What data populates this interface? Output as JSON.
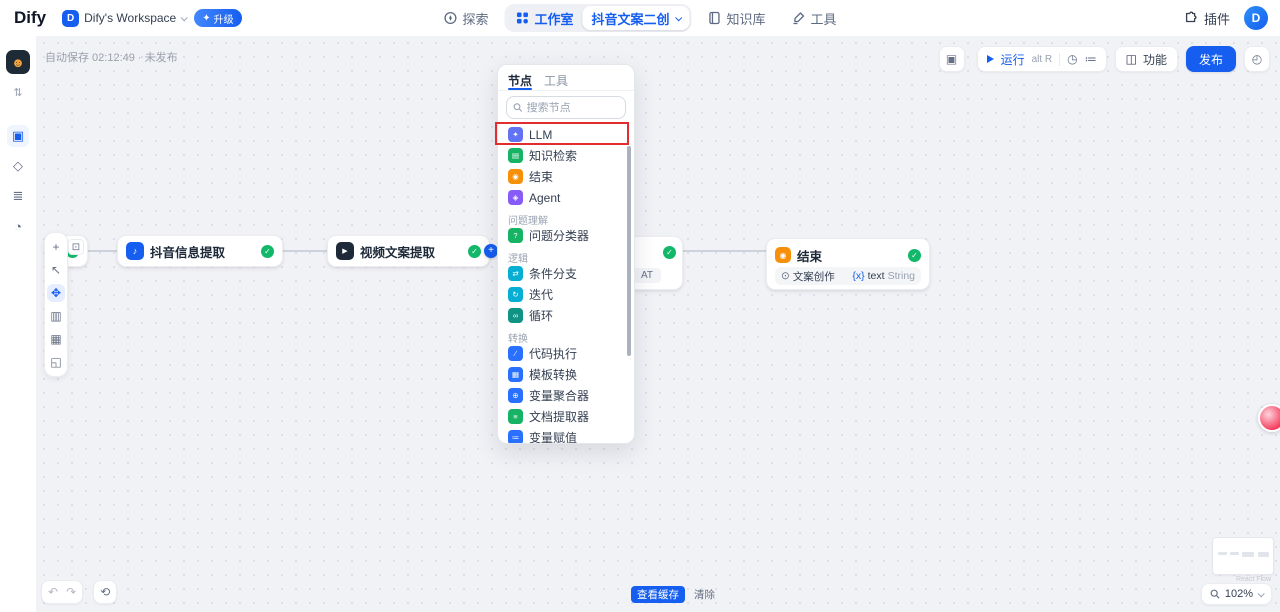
{
  "header": {
    "logo": "Dify",
    "workspace_badge": "D",
    "workspace_name": "Dify's Workspace",
    "upgrade_label": "升级",
    "nav_explore": "探索",
    "nav_studio": "工作室",
    "nav_app": "抖音文案二创",
    "nav_knowledge": "知识库",
    "nav_tools": "工具",
    "plugins_label": "插件",
    "avatar_initial": "D"
  },
  "colors": {
    "primary_blue": "#155EEF",
    "success_green": "#12B76A",
    "end_orange": "#F79009",
    "annotation_red": "#E12D2D"
  },
  "canvas": {
    "autosave_status": "自动保存 02:12:49 · 未发布",
    "run_label": "运行",
    "run_shortcut": "alt R",
    "features_label": "功能",
    "publish_label": "发布",
    "nodes": {
      "douyin_title": "抖音信息提取",
      "video_title": "视频文案提取",
      "hidden_model_tag": "AT",
      "end_title": "结束",
      "end_output_name": "文案创作",
      "end_var_badge": "{x}",
      "end_var_name": "text",
      "end_var_type": "String"
    }
  },
  "panel": {
    "tab_nodes": "节点",
    "tab_tools": "工具",
    "search_placeholder": "搜索节点",
    "sections": [
      {
        "title": null,
        "items": [
          {
            "id": "llm",
            "label": "LLM",
            "color": "#6172F3",
            "glyph": "✦",
            "highlighted": true
          },
          {
            "id": "knowledge-retrieval",
            "label": "知识检索",
            "color": "#16B364",
            "glyph": "▤"
          },
          {
            "id": "end",
            "label": "结束",
            "color": "#F79009",
            "glyph": "◉"
          },
          {
            "id": "agent",
            "label": "Agent",
            "color": "#875BF7",
            "glyph": "◈"
          }
        ]
      },
      {
        "title": "问题理解",
        "items": [
          {
            "id": "question-classifier",
            "label": "问题分类器",
            "color": "#16B364",
            "glyph": "?"
          }
        ]
      },
      {
        "title": "逻辑",
        "items": [
          {
            "id": "if-else",
            "label": "条件分支",
            "color": "#06AED4",
            "glyph": "⇄"
          },
          {
            "id": "iteration",
            "label": "迭代",
            "color": "#06AED4",
            "glyph": "↻"
          },
          {
            "id": "loop",
            "label": "循环",
            "color": "#0E9384",
            "glyph": "∞"
          }
        ]
      },
      {
        "title": "转换",
        "items": [
          {
            "id": "code",
            "label": "代码执行",
            "color": "#2970FF",
            "glyph": "∕"
          },
          {
            "id": "template-transform",
            "label": "模板转换",
            "color": "#2970FF",
            "glyph": "▦"
          },
          {
            "id": "variable-aggregator",
            "label": "变量聚合器",
            "color": "#2970FF",
            "glyph": "⊕"
          },
          {
            "id": "doc-extractor",
            "label": "文档提取器",
            "color": "#16B364",
            "glyph": "≡"
          },
          {
            "id": "variable-assigner",
            "label": "变量赋值",
            "color": "#2970FF",
            "glyph": "≔"
          }
        ]
      }
    ]
  },
  "footer": {
    "view_cache": "查看缓存",
    "clear": "清除",
    "zoom": "102%",
    "watermark": "React Flow"
  },
  "icons": {
    "sparkle": "✦",
    "card": "▣",
    "clock": "◷",
    "steps": "≔",
    "features": "◫",
    "version": "◴",
    "plus": "+",
    "note": "⊡",
    "pointer": "↖",
    "hand": "✥",
    "media": "▥",
    "layout": "▦",
    "maximize": "◱",
    "undo": "↶",
    "redo": "↷",
    "history": "⟲",
    "app_avatar": "☻",
    "app_switcher": "⇅",
    "sidebar_orchestrate": "▣",
    "sidebar_api": "◇",
    "sidebar_logs": "≣",
    "sidebar_monitor": "◔",
    "douyin_node": "♪",
    "video_node": "▶",
    "end_node": "◉",
    "end_output": "⊙",
    "check": "✓"
  }
}
